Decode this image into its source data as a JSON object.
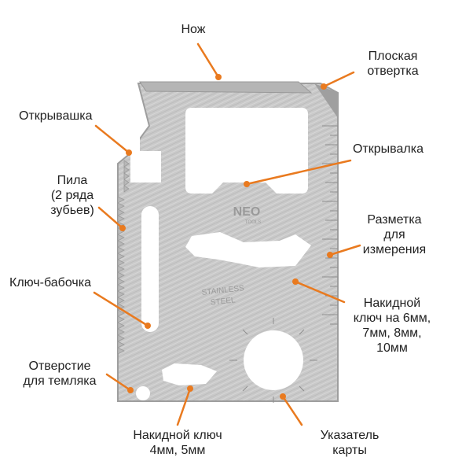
{
  "colors": {
    "accent": "#e97a1f",
    "steel": "#c8c8c8",
    "steel_dark": "#a9a9a9",
    "text": "#222222"
  },
  "card": {
    "brand": "NEO",
    "brand_sub": "TOOLS",
    "stamp_line1": "STAINLESS",
    "stamp_line2": "STEEL"
  },
  "labels": {
    "knife": "Нож",
    "flat_screwdriver": {
      "l1": "Плоская",
      "l2": "отвертка"
    },
    "bottle_opener": "Открывашка",
    "can_opener": "Открывалка",
    "saw": {
      "l1": "Пила",
      "l2": "(2 ряда",
      "l3": "зубьев)"
    },
    "ruler": {
      "l1": "Разметка",
      "l2": "для",
      "l3": "измерения"
    },
    "butterfly_key": "Ключ-бабочка",
    "box_wrench_large": {
      "l1": "Накидной",
      "l2": "ключ на 6мм,",
      "l3": "7мм, 8мм,",
      "l4": "10мм"
    },
    "lanyard_hole": {
      "l1": "Отверстие",
      "l2": "для темляка"
    },
    "box_wrench_small": {
      "l1": "Накидной ключ",
      "l2": "4мм, 5мм"
    },
    "map_pointer": {
      "l1": "Указатель",
      "l2": "карты"
    }
  }
}
